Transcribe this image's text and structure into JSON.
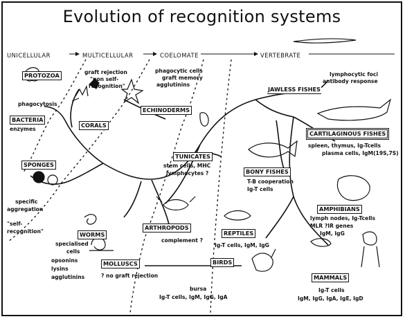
{
  "title": "Evolution of recognition systems",
  "stages": [
    "UNICELLULAR",
    "MULTICELLULAR",
    "COELOMATE",
    "VERTEBRATE"
  ],
  "groups": {
    "protozoa": "PROTOZOA",
    "bacteria": "BACTERIA",
    "corals": "CORALS",
    "echinoderms": "ECHINODERMS",
    "jawless_fishes": "JAWLESS FISHES",
    "cartilaginous_fishes": "CARTILAGINOUS FISHES",
    "tunicates": "TUNICATES",
    "bony_fishes": "BONY FISHES",
    "sponges": "SPONGES",
    "amphibians": "AMPHIBIANS",
    "worms": "WORMS",
    "arthropods": "ARTHROPODS",
    "reptiles": "REPTILES",
    "molluscs": "MOLLUSCS",
    "birds": "BIRDS",
    "mammals": "MAMMALS"
  },
  "notes": {
    "phagocytosis": "phagocytosis",
    "enzymes": "enzymes",
    "graft_rejection": [
      "graft rejection",
      "\"non self-",
      "recognition\""
    ],
    "echino_features": [
      "phagocytic cells",
      "graft memory",
      "agglutinins"
    ],
    "jawless_features": [
      "lymphocytic foci",
      "antibody response"
    ],
    "cartilaginous_features": [
      "spleen, thymus, Ig-Tcells",
      "plasma cells, IgM(19S,7S)"
    ],
    "tunicate_features": [
      "stem cells, MHC",
      "lymphocytes ?"
    ],
    "bony_features": [
      "T-B cooperation",
      "Ig-T cells"
    ],
    "sponge_features": [
      "specific",
      "aggregation"
    ],
    "self_recognition": [
      "\"self-",
      "recognition\""
    ],
    "amphibian_features": [
      "lymph nodes, Ig-Tcells",
      "MLR    ?IR genes",
      "IgM, IgG"
    ],
    "mollusc_features": [
      "specialised",
      "cells",
      "opsonins",
      "lysins",
      "agglutinins"
    ],
    "complement": "complement ?",
    "reptile_features": "Ig-T cells, IgM, IgG",
    "no_graft": "? no graft rejection",
    "bird_features": [
      "bursa",
      "Ig-T cells, IgM, IgG, IgA"
    ],
    "mammal_features": [
      "Ig-T cells",
      "IgM, IgG, IgA, IgE, IgD"
    ]
  },
  "colors": {
    "ink": "#111111",
    "paper": "#ffffff"
  }
}
